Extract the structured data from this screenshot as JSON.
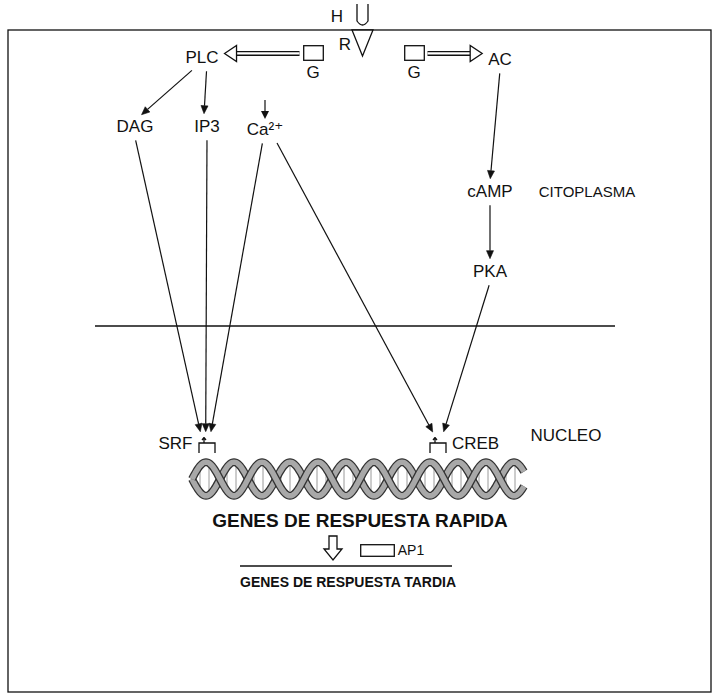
{
  "diagram": {
    "nodes": [
      {
        "text": [
          "G"
        ]
      },
      {
        "text": [
          "G"
        ]
      },
      {
        "text": [
          "PLC"
        ]
      },
      {
        "text": [
          "AC"
        ]
      },
      {
        "text": [
          "DAG"
        ]
      },
      {
        "text": [
          "IP3"
        ]
      },
      {
        "text": [
          "Ca²⁺"
        ]
      },
      {
        "text": [
          "cAMP"
        ]
      },
      {
        "text": [
          "PKA"
        ]
      },
      {
        "text": [
          "SRF"
        ]
      },
      {
        "text": [
          "CREB"
        ]
      },
      {
        "text": [
          "AP1"
        ]
      }
    ],
    "edges": [
      {
        "from": 0,
        "to": 2,
        "arrow": "to"
      },
      {
        "from": 1,
        "to": 3,
        "arrow": "to"
      },
      {
        "from": 2,
        "to": 4,
        "arrow": "to"
      },
      {
        "from": 2,
        "to": 5,
        "arrow": "to"
      },
      {
        "from": 3,
        "to": 7,
        "arrow": "to"
      },
      {
        "from": 7,
        "to": 8,
        "arrow": "to"
      },
      {
        "from": 4,
        "to": 9,
        "arrow": "to"
      },
      {
        "from": 5,
        "to": 9,
        "arrow": "to"
      },
      {
        "from": 6,
        "to": 9,
        "arrow": "to"
      },
      {
        "from": 6,
        "to": 10,
        "arrow": "to"
      },
      {
        "from": 8,
        "to": 10,
        "arrow": "to"
      }
    ],
    "labels": [
      "H",
      "R",
      "CITOPLASMA",
      "NUCLEO",
      "GENES DE RESPUESTA RAPIDA",
      "GENES DE RESPUESTA TARDIA"
    ]
  }
}
